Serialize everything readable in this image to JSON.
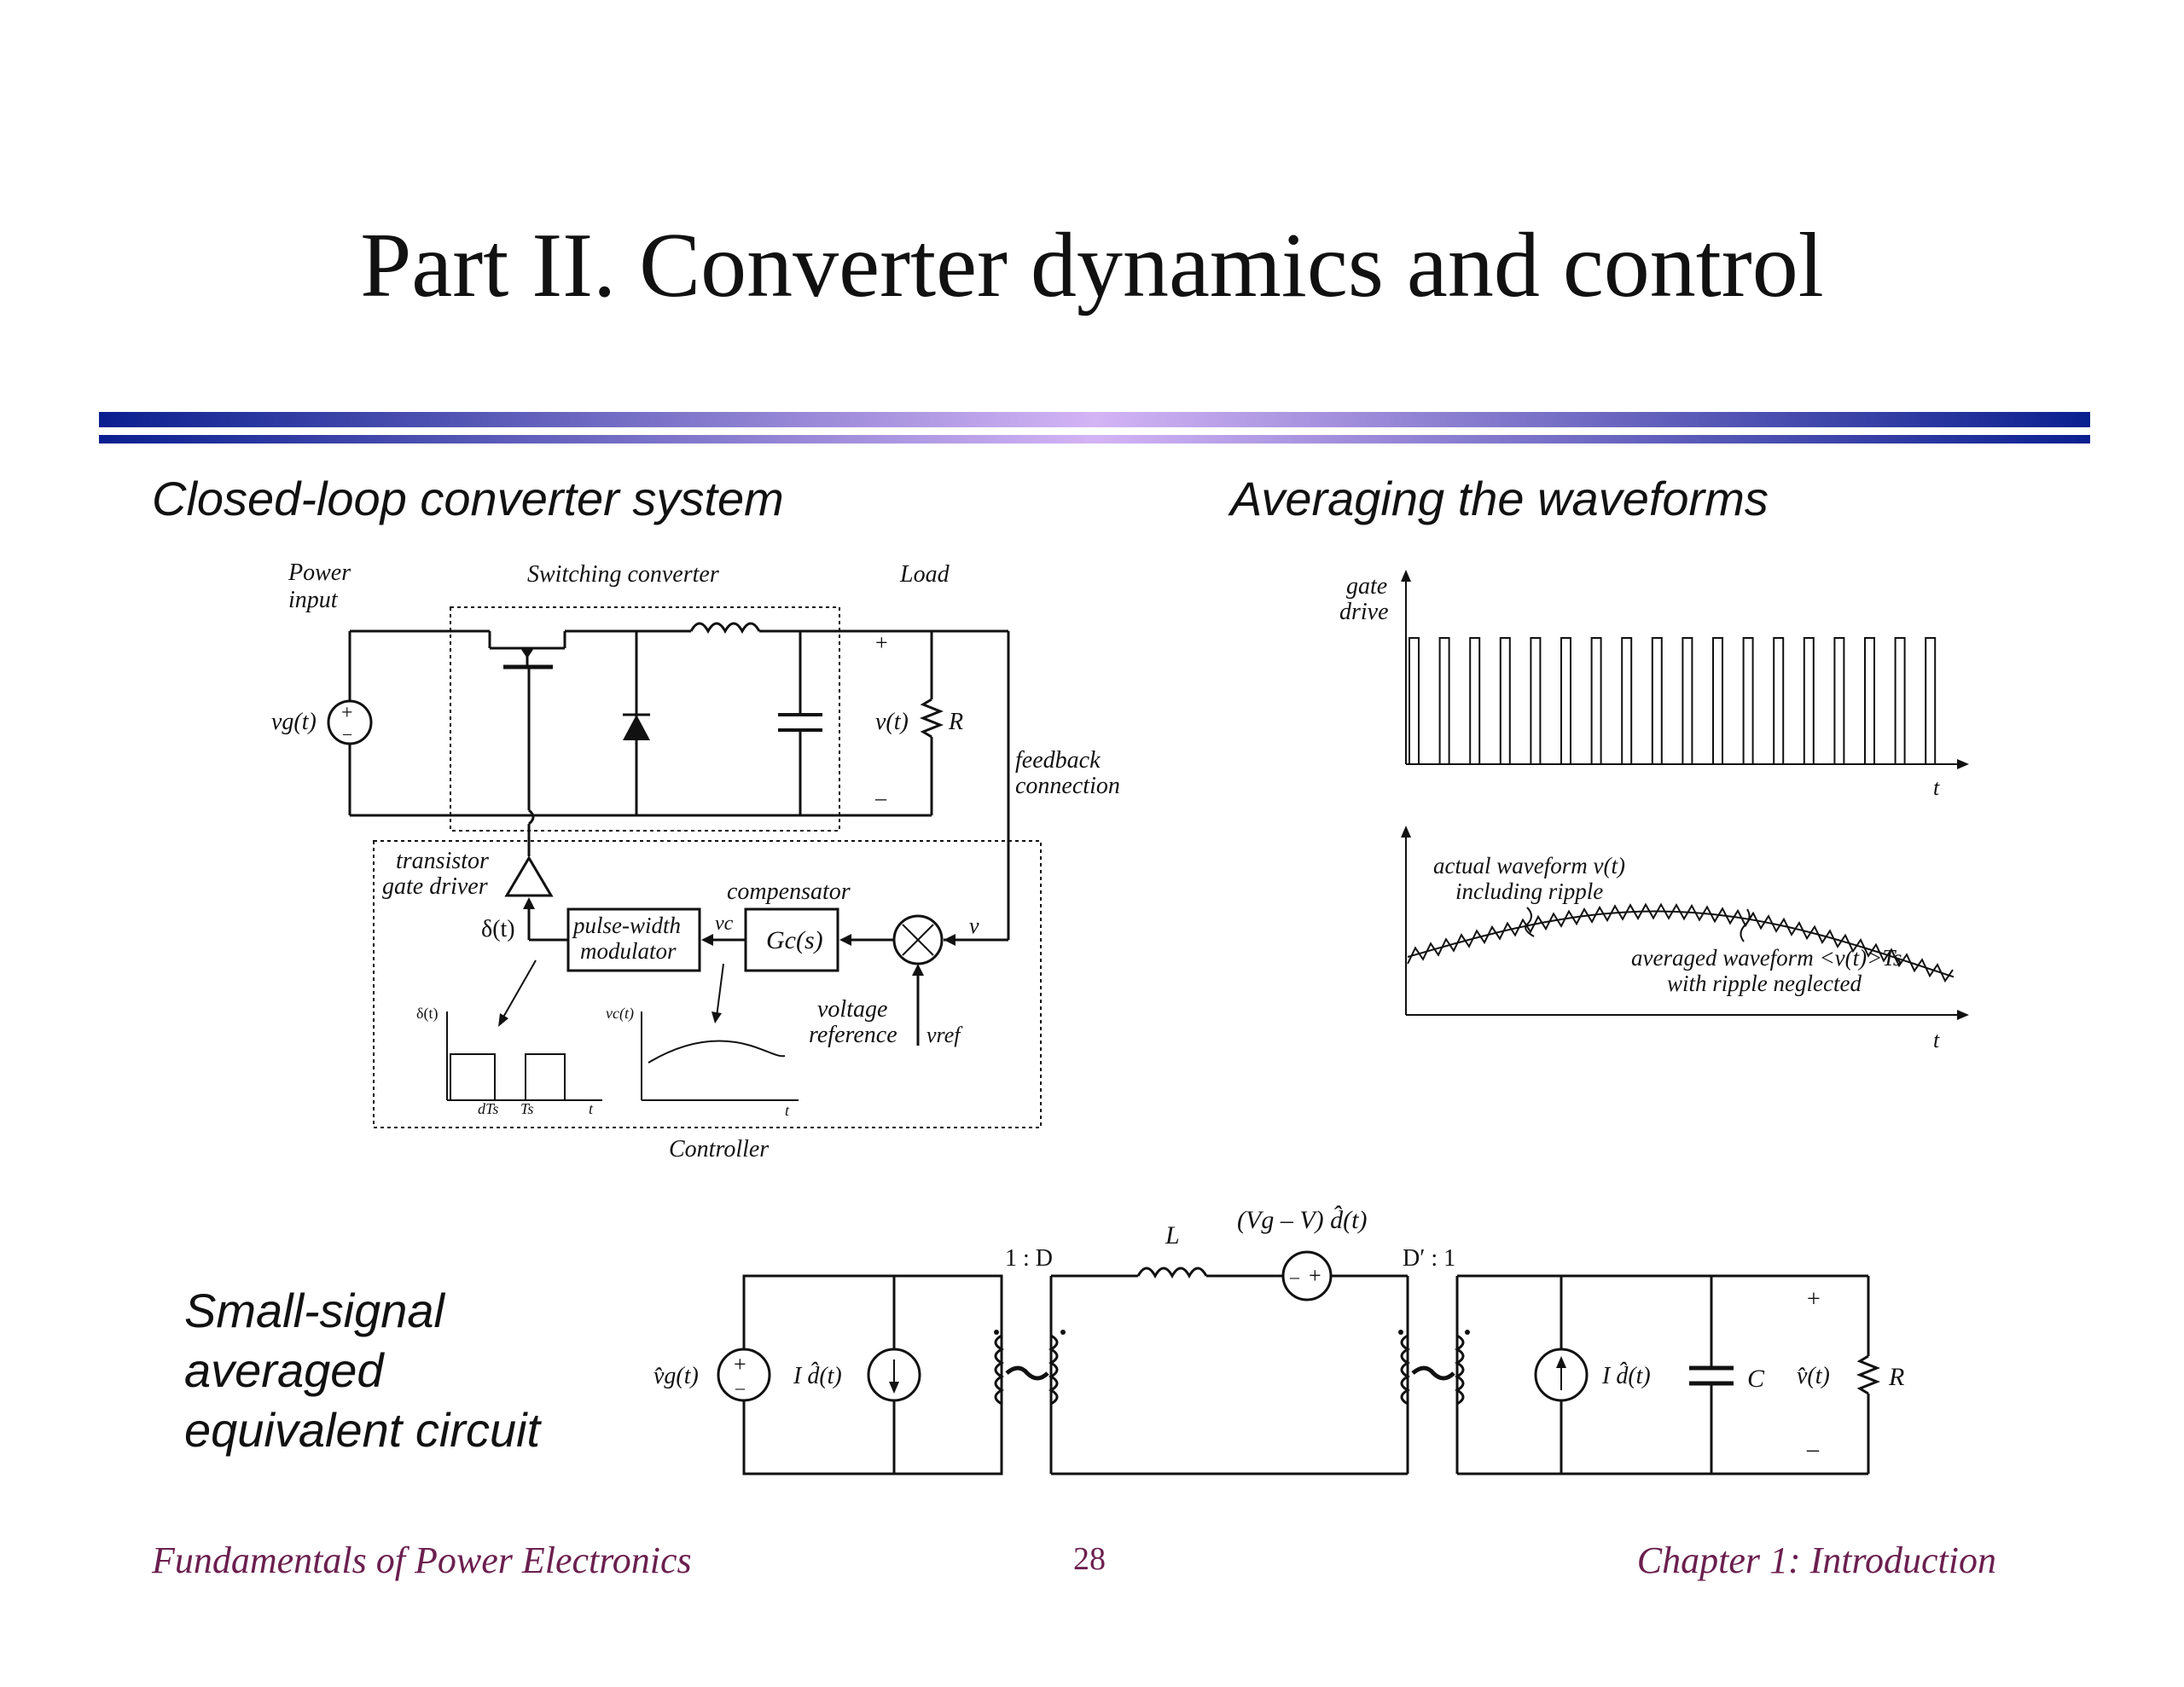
{
  "slide": {
    "title": "Part II. Converter dynamics and control",
    "page_number": "28",
    "footer_left": "Fundamentals of Power Electronics",
    "footer_right": "Chapter 1: Introduction"
  },
  "sections": {
    "closed_loop": "Closed-loop converter system",
    "averaging": "Averaging the waveforms",
    "small_signal_lines": [
      "Small-signal",
      "averaged",
      "equivalent circuit"
    ]
  },
  "closed_loop": {
    "power_input": [
      "Power",
      "input"
    ],
    "switching_converter": "Switching converter",
    "load": "Load",
    "vg": "vg(t)",
    "vt": "v(t)",
    "R": "R",
    "plus": "+",
    "minus": "–",
    "feedback": [
      "feedback",
      "connection"
    ],
    "transistor_gate_driver": [
      "transistor",
      "gate driver"
    ],
    "delta": "δ(t)",
    "pwm": [
      "pulse-width",
      "modulator"
    ],
    "compensator": "compensator",
    "gc": "Gc(s)",
    "vc": "vc",
    "v": "v",
    "voltage_reference": [
      "voltage",
      "reference"
    ],
    "vref": "vref",
    "delta_plot_label": "δ(t)",
    "vc_plot_label": "vc(t)",
    "dTs": "dTs",
    "Ts": "Ts",
    "t": "t",
    "controller": "Controller"
  },
  "averaging": {
    "gate_drive": [
      "gate",
      "drive"
    ],
    "t": "t",
    "actual": [
      "actual waveform v(t)",
      "including ripple"
    ],
    "averaged": [
      "averaged waveform <v(t)>Ts",
      "with ripple neglected"
    ]
  },
  "small_signal": {
    "vg_hat": "v̂g(t)",
    "I_d_left": "I d̂(t)",
    "ratio_left": "1 : D",
    "L": "L",
    "source_expr": "(Vg – V) d̂(t)",
    "ratio_right": "D′ : 1",
    "I_d_right": "I d̂(t)",
    "C": "C",
    "v_hat": "v̂(t)",
    "R": "R",
    "plus": "+",
    "minus": "–"
  },
  "colors": {
    "bar_dark": "#0a1f8f",
    "bar_light": "#d3b4f5",
    "footer": "#6b1f4f"
  }
}
